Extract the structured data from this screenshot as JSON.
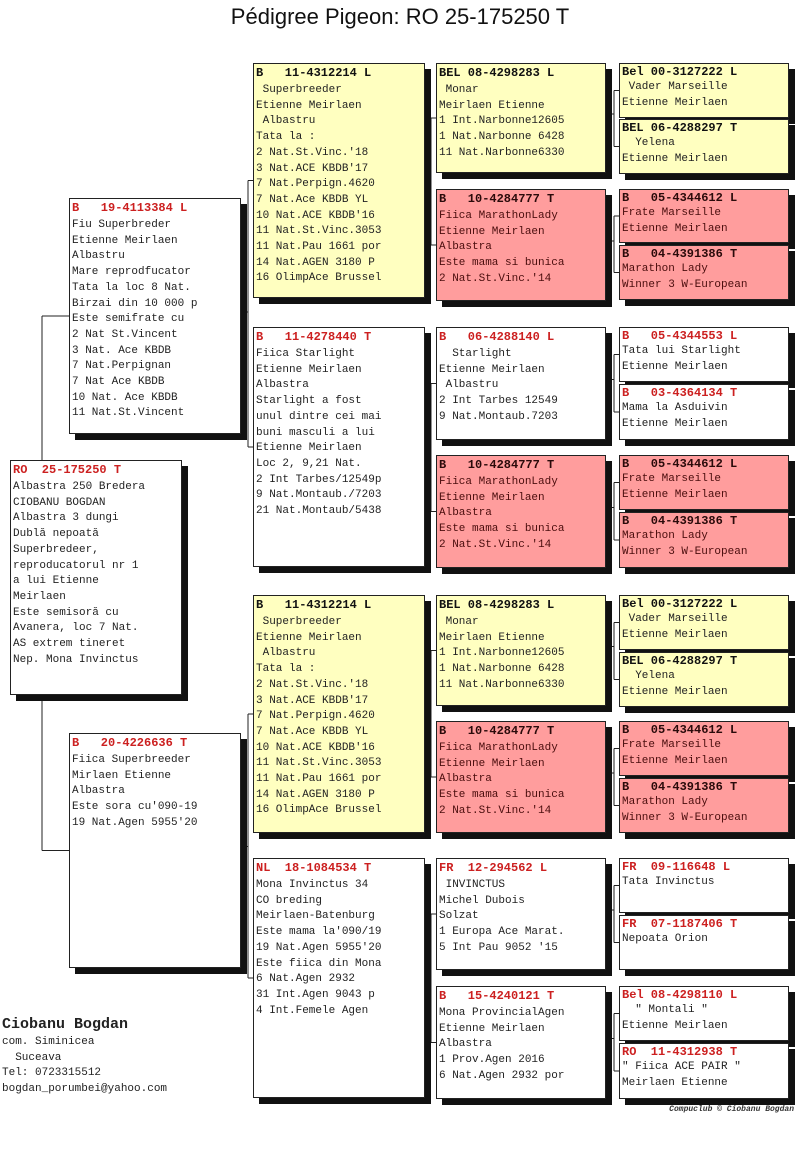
{
  "title": "Pédigree Pigeon: RO  25-175250 T",
  "colors": {
    "yellow": "#ffffc0",
    "pink": "#ff9d9d",
    "white": "#ffffff",
    "header_red": "#cc2020"
  },
  "boxes": [
    {
      "id": "subject",
      "color": "white",
      "header": "RO  25-175250 T",
      "lines": [
        "Albastra 250 Bredera",
        "CIOBANU BOGDAN",
        "Albastra 3 dungi",
        "Dublă nepoată",
        "Superbredeer,",
        "reproducatorul nr 1",
        "a lui Etienne",
        "Meirlaen",
        "Este semisoră cu",
        "Avanera, loc 7 Nat.",
        "AS extrem tineret",
        "Nep. Mona Invinctus"
      ]
    },
    {
      "id": "sire",
      "color": "white",
      "header": "B   19-4113384 L",
      "lines": [
        "Fiu Superbreder",
        "Etienne Meirlaen",
        "Albastru",
        "Mare reprodfucator",
        "Tata la loc 8 Nat.",
        "Birzai din 10 000 p",
        "Este semifrate cu",
        "2 Nat St.Vincent",
        "3 Nat. Ace KBDB",
        "7 Nat.Perpignan",
        "7 Nat Ace KBDB",
        "10 Nat. Ace KBDB",
        "11 Nat.St.Vincent"
      ]
    },
    {
      "id": "dam",
      "color": "white",
      "header": "B   20-4226636 T",
      "lines": [
        "Fiica Superbreeder",
        "Mirlaen Etienne",
        "Albastra",
        "Este sora cu'090-19",
        "19 Nat.Agen 5955'20"
      ]
    },
    {
      "id": "ss",
      "color": "yellow",
      "header": "B   11-4312214 L",
      "lines": [
        " Superbreeder",
        "Etienne Meirlaen",
        " Albastru",
        "Tata la :",
        "2 Nat.St.Vinc.'18",
        "3 Nat.ACE KBDB'17",
        "7 Nat.Perpign.4620",
        "7 Nat.Ace KBDB YL",
        "10 Nat.ACE KBDB'16",
        "11 Nat.St.Vinc.3053",
        "11 Nat.Pau 1661 por",
        "14 Nat.AGEN 3180 P",
        "16 OlimpAce Brussel"
      ]
    },
    {
      "id": "sd",
      "color": "white",
      "header": "B   11-4278440 T",
      "lines": [
        "Fiica Starlight",
        "Etienne Meirlaen",
        "Albastra",
        "Starlight a fost",
        "unul dintre cei mai",
        "buni masculi a lui",
        "Etienne Meirlaen",
        "Loc 2, 9,21 Nat.",
        "2 Int Tarbes/12549p",
        "9 Nat.Montaub./7203",
        "21 Nat.Montaub/5438"
      ]
    },
    {
      "id": "ds",
      "color": "yellow",
      "header": "B   11-4312214 L",
      "lines": [
        " Superbreeder",
        "Etienne Meirlaen",
        " Albastru",
        "Tata la :",
        "2 Nat.St.Vinc.'18",
        "3 Nat.ACE KBDB'17",
        "7 Nat.Perpign.4620",
        "7 Nat.Ace KBDB YL",
        "10 Nat.ACE KBDB'16",
        "11 Nat.St.Vinc.3053",
        "11 Nat.Pau 1661 por",
        "14 Nat.AGEN 3180 P",
        "16 OlimpAce Brussel"
      ]
    },
    {
      "id": "dd",
      "color": "white",
      "header": "NL  18-1084534 T",
      "lines": [
        "Mona Invinctus 34",
        "CO breding",
        "Meirlaen-Batenburg",
        "Este mama la'090/19",
        "19 Nat.Agen 5955'20",
        "Este fiica din Mona",
        "6 Nat.Agen 2932",
        "31 Int.Agen 9043 p",
        "4 Int.Femele Agen"
      ]
    },
    {
      "id": "sss",
      "color": "yellow",
      "header": "BEL 08-4298283 L",
      "lines": [
        " Monar",
        "Meirlaen Etienne",
        "1 Int.Narbonne12605",
        "1 Nat.Narbonne 6428",
        "11 Nat.Narbonne6330"
      ]
    },
    {
      "id": "ssd",
      "color": "pink",
      "header": "B   10-4284777 T",
      "lines": [
        "Fiica MarathonLady",
        "Etienne Meirlaen",
        "Albastra",
        "Este mama si bunica",
        "2 Nat.St.Vinc.'14"
      ]
    },
    {
      "id": "sds",
      "color": "white",
      "header": "B   06-4288140 L",
      "lines": [
        "  Starlight",
        "Etienne Meirlaen",
        " Albastru",
        "2 Int Tarbes 12549",
        "9 Nat.Montaub.7203"
      ]
    },
    {
      "id": "sdd",
      "color": "pink",
      "header": "B   10-4284777 T",
      "lines": [
        "Fiica MarathonLady",
        "Etienne Meirlaen",
        "Albastra",
        "Este mama si bunica",
        "2 Nat.St.Vinc.'14"
      ]
    },
    {
      "id": "dss",
      "color": "yellow",
      "header": "BEL 08-4298283 L",
      "lines": [
        " Monar",
        "Meirlaen Etienne",
        "1 Int.Narbonne12605",
        "1 Nat.Narbonne 6428",
        "11 Nat.Narbonne6330"
      ]
    },
    {
      "id": "dsd",
      "color": "pink",
      "header": "B   10-4284777 T",
      "lines": [
        "Fiica MarathonLady",
        "Etienne Meirlaen",
        "Albastra",
        "Este mama si bunica",
        "2 Nat.St.Vinc.'14"
      ]
    },
    {
      "id": "dds",
      "color": "white",
      "header": "FR  12-294562 L",
      "lines": [
        " INVINCTUS",
        "Michel Dubois",
        "Solzat",
        "1 Europa Ace Marat.",
        "5 Int Pau 9052 '15"
      ]
    },
    {
      "id": "ddd",
      "color": "white",
      "header": "B   15-4240121 T",
      "lines": [
        "Mona ProvincialAgen",
        "Etienne Meirlaen",
        "Albastra",
        "1 Prov.Agen 2016",
        "6 Nat.Agen 2932 por"
      ]
    },
    {
      "id": "ssss",
      "color": "yellow",
      "header": "Bel 00-3127222 L",
      "lines": [
        " Vader Marseille",
        "Etienne Meirlaen"
      ]
    },
    {
      "id": "sssd",
      "color": "yellow",
      "header": "BEL 06-4288297 T",
      "lines": [
        "  Yelena",
        "Etienne Meirlaen"
      ]
    },
    {
      "id": "ssds",
      "color": "pink",
      "header": "B   05-4344612 L",
      "lines": [
        "Frate Marseille",
        "Etienne Meirlaen"
      ]
    },
    {
      "id": "ssdd",
      "color": "pink",
      "header": "B   04-4391386 T",
      "lines": [
        "Marathon Lady",
        "Winner 3 W-European"
      ]
    },
    {
      "id": "sdss",
      "color": "white",
      "header": "B   05-4344553 L",
      "lines": [
        "Tata lui Starlight",
        "Etienne Meirlaen"
      ]
    },
    {
      "id": "sdsd",
      "color": "white",
      "header": "B   03-4364134 T",
      "lines": [
        "Mama la Asduivin",
        "Etienne Meirlaen"
      ]
    },
    {
      "id": "sdds",
      "color": "pink",
      "header": "B   05-4344612 L",
      "lines": [
        "Frate Marseille",
        "Etienne Meirlaen"
      ]
    },
    {
      "id": "sddd",
      "color": "pink",
      "header": "B   04-4391386 T",
      "lines": [
        "Marathon Lady",
        "Winner 3 W-European"
      ]
    },
    {
      "id": "dsss",
      "color": "yellow",
      "header": "Bel 00-3127222 L",
      "lines": [
        " Vader Marseille",
        "Etienne Meirlaen"
      ]
    },
    {
      "id": "dssd",
      "color": "yellow",
      "header": "BEL 06-4288297 T",
      "lines": [
        "  Yelena",
        "Etienne Meirlaen"
      ]
    },
    {
      "id": "dsds",
      "color": "pink",
      "header": "B   05-4344612 L",
      "lines": [
        "Frate Marseille",
        "Etienne Meirlaen"
      ]
    },
    {
      "id": "dsdd",
      "color": "pink",
      "header": "B   04-4391386 T",
      "lines": [
        "Marathon Lady",
        "Winner 3 W-European"
      ]
    },
    {
      "id": "ddss",
      "color": "white",
      "header": "FR  09-116648 L",
      "lines": [
        "Tata Invinctus"
      ]
    },
    {
      "id": "ddsd",
      "color": "white",
      "header": "FR  07-1187406 T",
      "lines": [
        "Nepoata Orion"
      ]
    },
    {
      "id": "ddds",
      "color": "white",
      "header": "Bel 08-4298110 L",
      "lines": [
        "  \" Montali \"",
        "Etienne Meirlaen"
      ]
    },
    {
      "id": "dddd",
      "color": "white",
      "header": "RO  11-4312938 T",
      "lines": [
        "\" Fiica ACE PAIR \"",
        "Meirlaen Etienne"
      ]
    }
  ],
  "owner": {
    "name": "Ciobanu Bogdan",
    "address1": "com. Siminicea",
    "address2": "  Suceava",
    "phone": "Tel: 0723315512",
    "email": "bogdan_porumbei@yahoo.com"
  },
  "credit": "Compuclub © Ciobanu Bogdan"
}
